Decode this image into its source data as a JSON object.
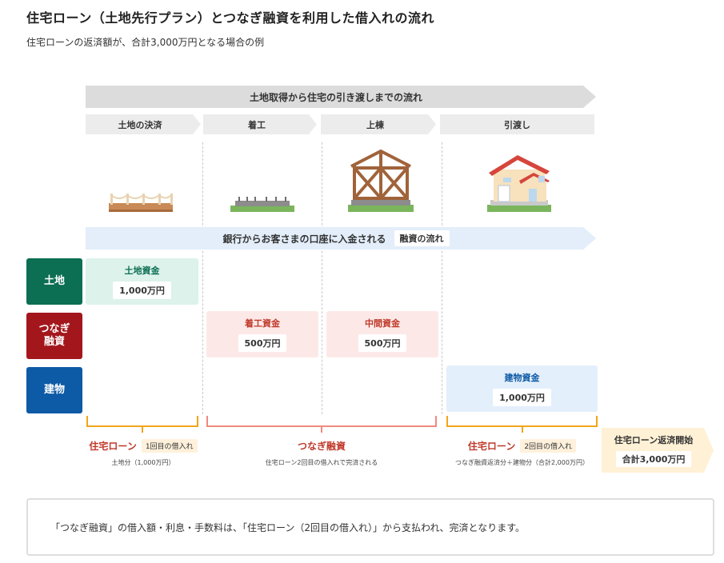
{
  "title": "住宅ローン（土地先行プラン）とつなぎ融資を利用した借入れの流れ",
  "subtitle": "住宅ローンの返済額が、合計3,000万円となる場合の例",
  "flow_header": "土地取得から住宅の引き渡しまでの流れ",
  "stages": [
    "土地の決済",
    "着工",
    "上棟",
    "引渡し"
  ],
  "money_flow": {
    "text": "銀行からお客さまの口座に入金される",
    "tag": "融資の流れ"
  },
  "rows": {
    "land": "土地",
    "bridge_line1": "つなぎ",
    "bridge_line2": "融資",
    "building": "建物"
  },
  "funds": {
    "land": {
      "name": "土地資金",
      "amount": "1,000万円"
    },
    "start": {
      "name": "着工資金",
      "amount": "500万円"
    },
    "middle": {
      "name": "中間資金",
      "amount": "500万円"
    },
    "building": {
      "name": "建物資金",
      "amount": "1,000万円"
    }
  },
  "loans": {
    "first": {
      "main": "住宅ローン",
      "badge": "1回目の借入れ",
      "sub": "土地分（1,000万円）"
    },
    "bridge": {
      "main": "つなぎ融資",
      "sub": "住宅ローン2回目の借入れで完済される"
    },
    "second": {
      "main": "住宅ローン",
      "badge": "2回目の借入れ",
      "sub": "つなぎ融資返済分＋建物分（合計2,000万円）"
    }
  },
  "repay": {
    "label": "住宅ローン返済開始",
    "total": "合計3,000万円"
  },
  "note": "「つなぎ融資」の借入額・利息・手数料は、「住宅ローン（2回目の借入れ）」から支払われ、完済となります。",
  "colors": {
    "land": "#0c6e53",
    "bridge": "#a3171c",
    "building": "#0d5aa6",
    "land_bg": "#dcf2ea",
    "bridge_bg": "#fce9e7",
    "building_bg": "#e3effb",
    "bracket_orange": "#f0a51a",
    "bracket_pink": "#ee8a7f",
    "loan_text": "#c0392b"
  }
}
